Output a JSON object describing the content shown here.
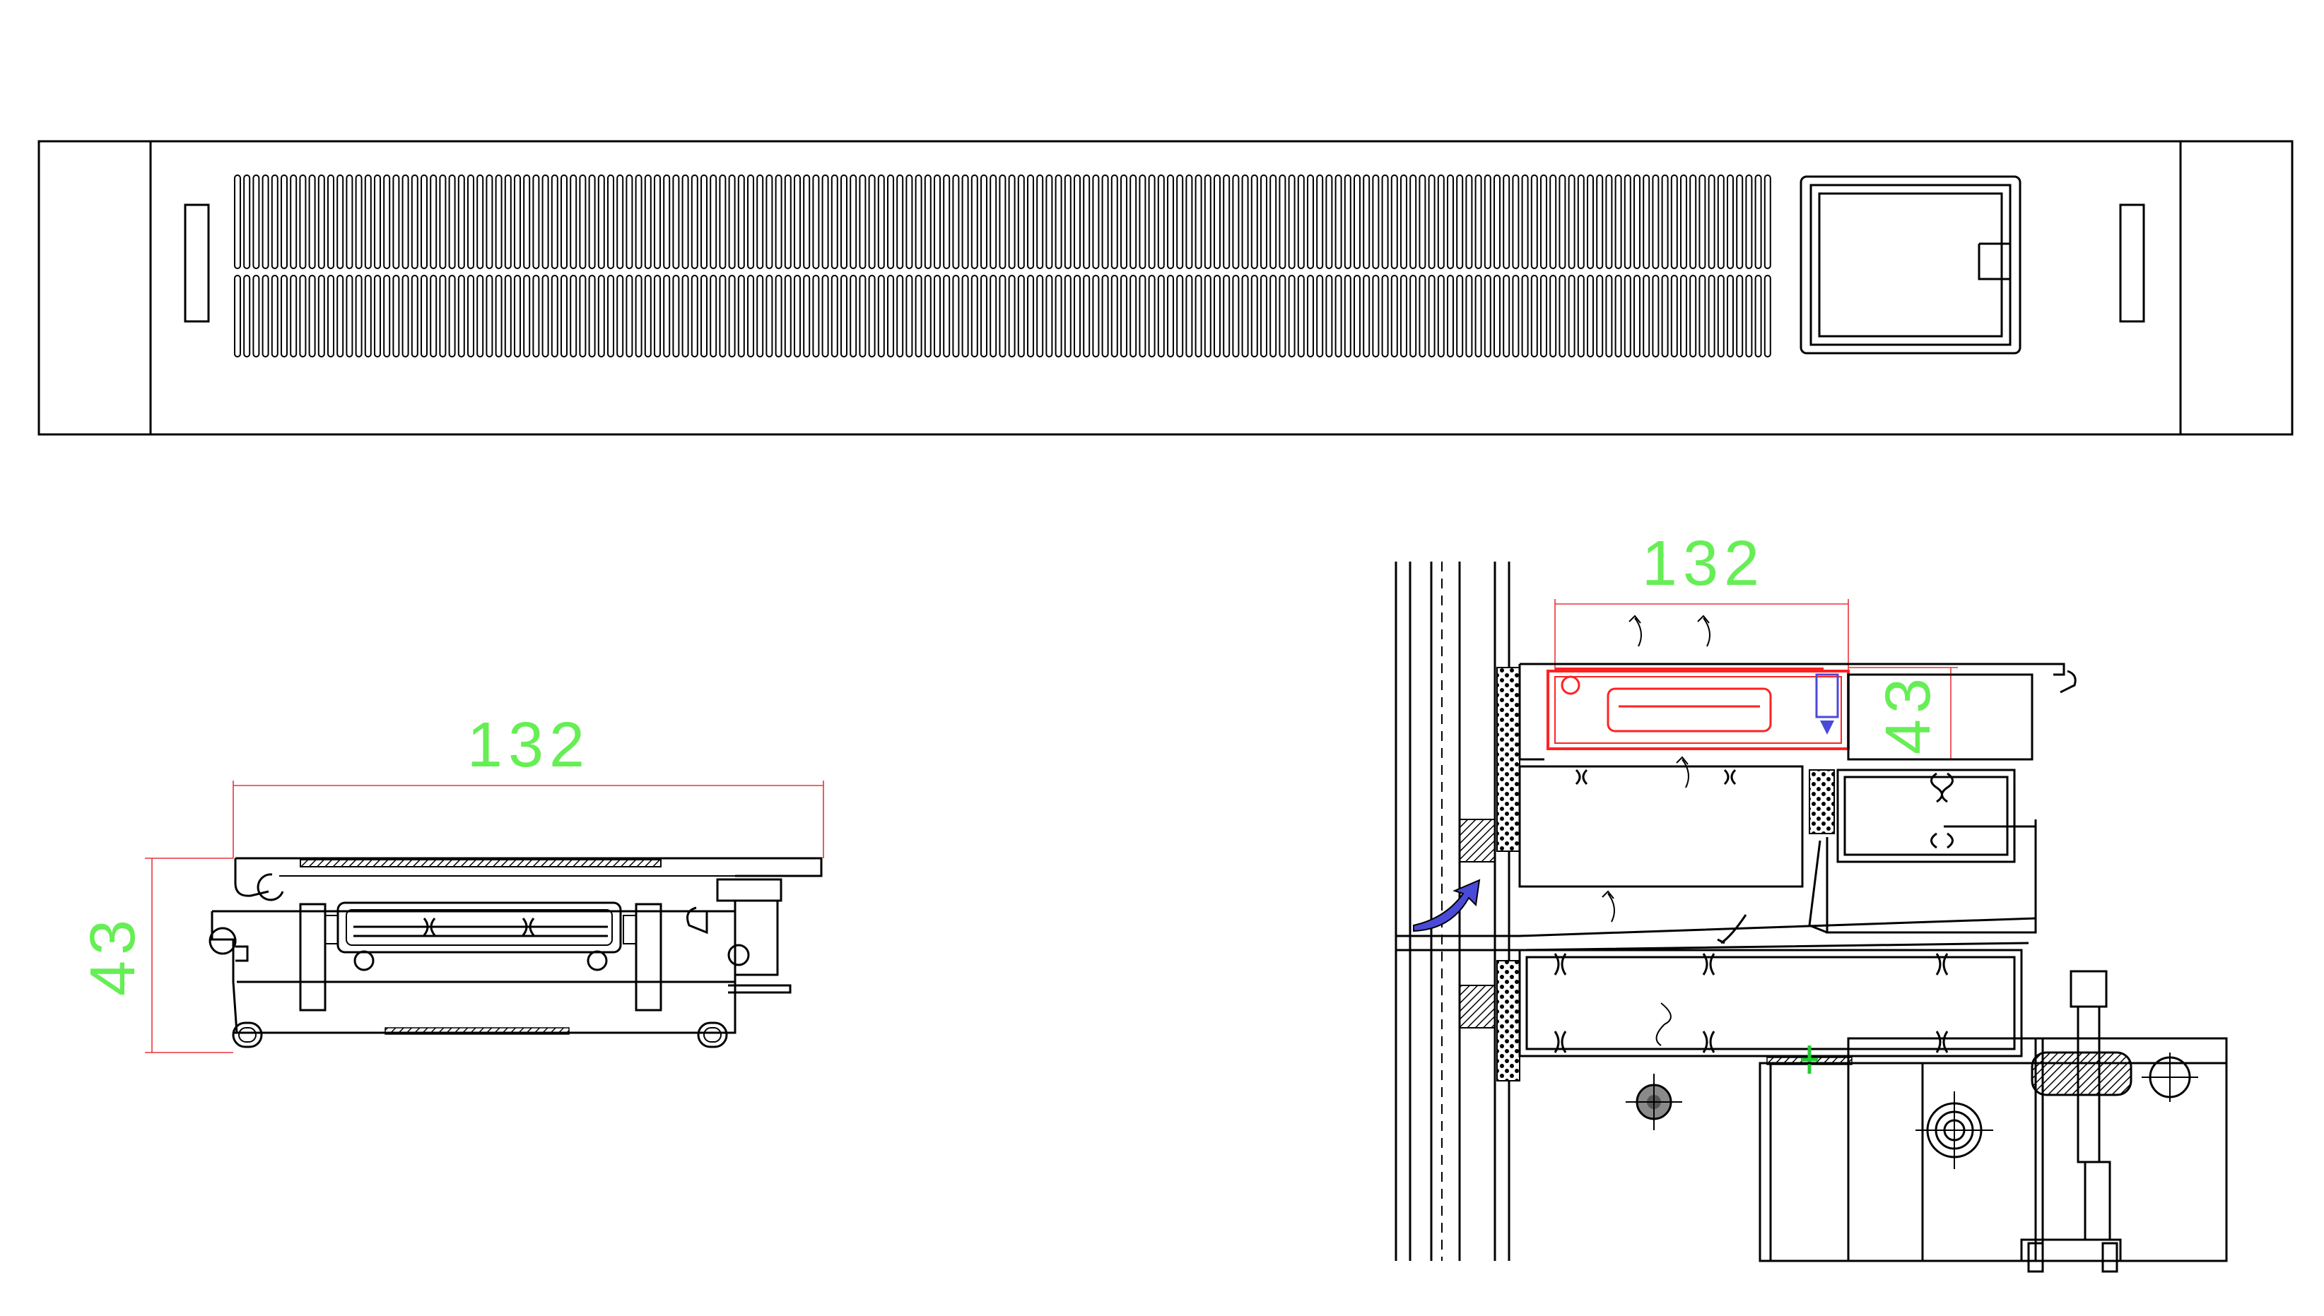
{
  "drawing": {
    "colors": {
      "line": "#000000",
      "dimension_line": "#e8343a",
      "dimension_text": "#66ee55",
      "highlight_profile": "#ff2222",
      "accent_arrow": "#4a4ad8"
    },
    "left_section": {
      "width_label": "132",
      "height_label": "43"
    },
    "right_section": {
      "width_label": "132",
      "height_label": "43"
    }
  }
}
